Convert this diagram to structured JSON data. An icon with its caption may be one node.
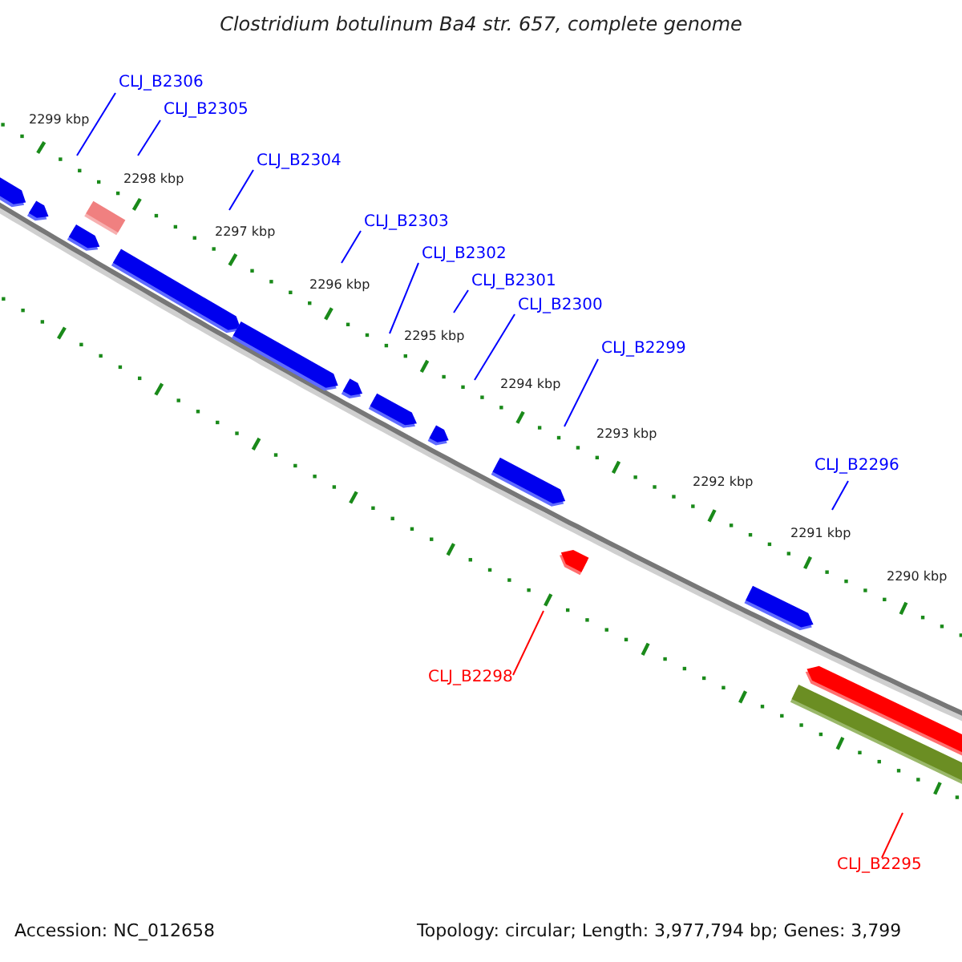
{
  "diagram": {
    "title": "Clostridium botulinum Ba4 str. 657, complete genome",
    "nodes": [
      {
        "text": [
          "CLJ_B2306"
        ]
      },
      {
        "text": [
          "CLJ_B2305"
        ]
      },
      {
        "text": [
          "CLJ_B2304"
        ]
      },
      {
        "text": [
          "CLJ_B2303"
        ]
      },
      {
        "text": [
          "CLJ_B2302"
        ]
      },
      {
        "text": [
          "CLJ_B2301"
        ]
      },
      {
        "text": [
          "CLJ_B2300"
        ]
      },
      {
        "text": [
          "CLJ_B2299"
        ]
      },
      {
        "text": [
          "CLJ_B2296"
        ]
      },
      {
        "text": [
          "CLJ_B2298"
        ]
      },
      {
        "text": [
          "CLJ_B2295"
        ]
      }
    ],
    "edges": [
      {
        "from": 0,
        "to": null,
        "arrow": "none"
      },
      {
        "from": 1,
        "to": null,
        "arrow": "none"
      },
      {
        "from": 2,
        "to": null,
        "arrow": "none"
      },
      {
        "from": 3,
        "to": null,
        "arrow": "none"
      },
      {
        "from": 4,
        "to": null,
        "arrow": "none"
      },
      {
        "from": 5,
        "to": null,
        "arrow": "none"
      },
      {
        "from": 6,
        "to": null,
        "arrow": "none"
      },
      {
        "from": 7,
        "to": null,
        "arrow": "none"
      },
      {
        "from": 8,
        "to": null,
        "arrow": "none"
      },
      {
        "from": 9,
        "to": null,
        "arrow": "none",
        "color": "#ff0000"
      },
      {
        "from": 10,
        "to": null,
        "arrow": "none",
        "color": "#ff0000"
      }
    ],
    "labels": [
      "2299 kbp",
      "2298 kbp",
      "2297 kbp",
      "2296 kbp",
      "2295 kbp",
      "2294 kbp",
      "2293 kbp",
      "2292 kbp",
      "2291 kbp",
      "2290 kbp",
      "Accession: NC_012658",
      "Topology: circular; Length: 3,977,794 bp; Genes: 3,799"
    ]
  }
}
